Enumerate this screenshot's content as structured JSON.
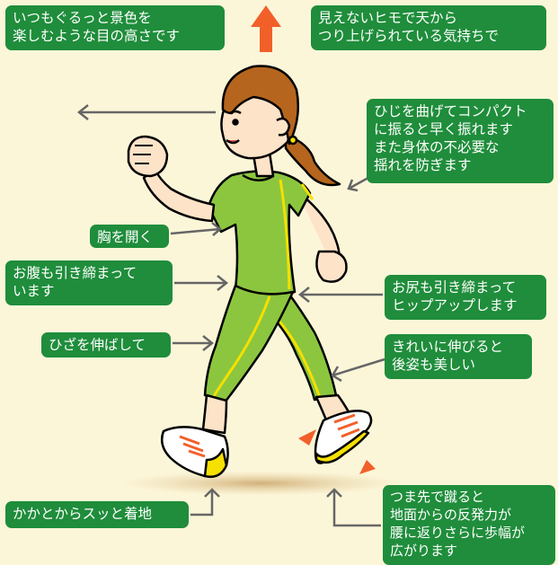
{
  "labels": {
    "gaze": "いつもぐるっと景色を\n楽しむような目の高さです",
    "string": "見えないヒモで天から\nつり上げられている気持ちで",
    "elbow": "ひじを曲げてコンパクト\nに振ると早く振れます\nまた身体の不必要な\n揺れを防ぎます",
    "chest": "胸を開く",
    "belly": "お腹も引き締まって\nいます",
    "hip": "お尻も引き締まって\nヒップアップします",
    "knee": "ひざを伸ばして",
    "calf": "きれいに伸びると\n後姿も美しい",
    "heel": "かかとからスッと着地",
    "toe": "つま先で蹴ると\n地面からの反発力が\n腰に返りさらに歩幅が\n広がります"
  },
  "colors": {
    "background": "#fcf6d9",
    "label": "#1f8d3b",
    "arrow": "#f2602a",
    "outfit": "#8cc63f",
    "stripe": "#f5e000",
    "hair": "#b5651d",
    "skin": "#fde3c8"
  }
}
